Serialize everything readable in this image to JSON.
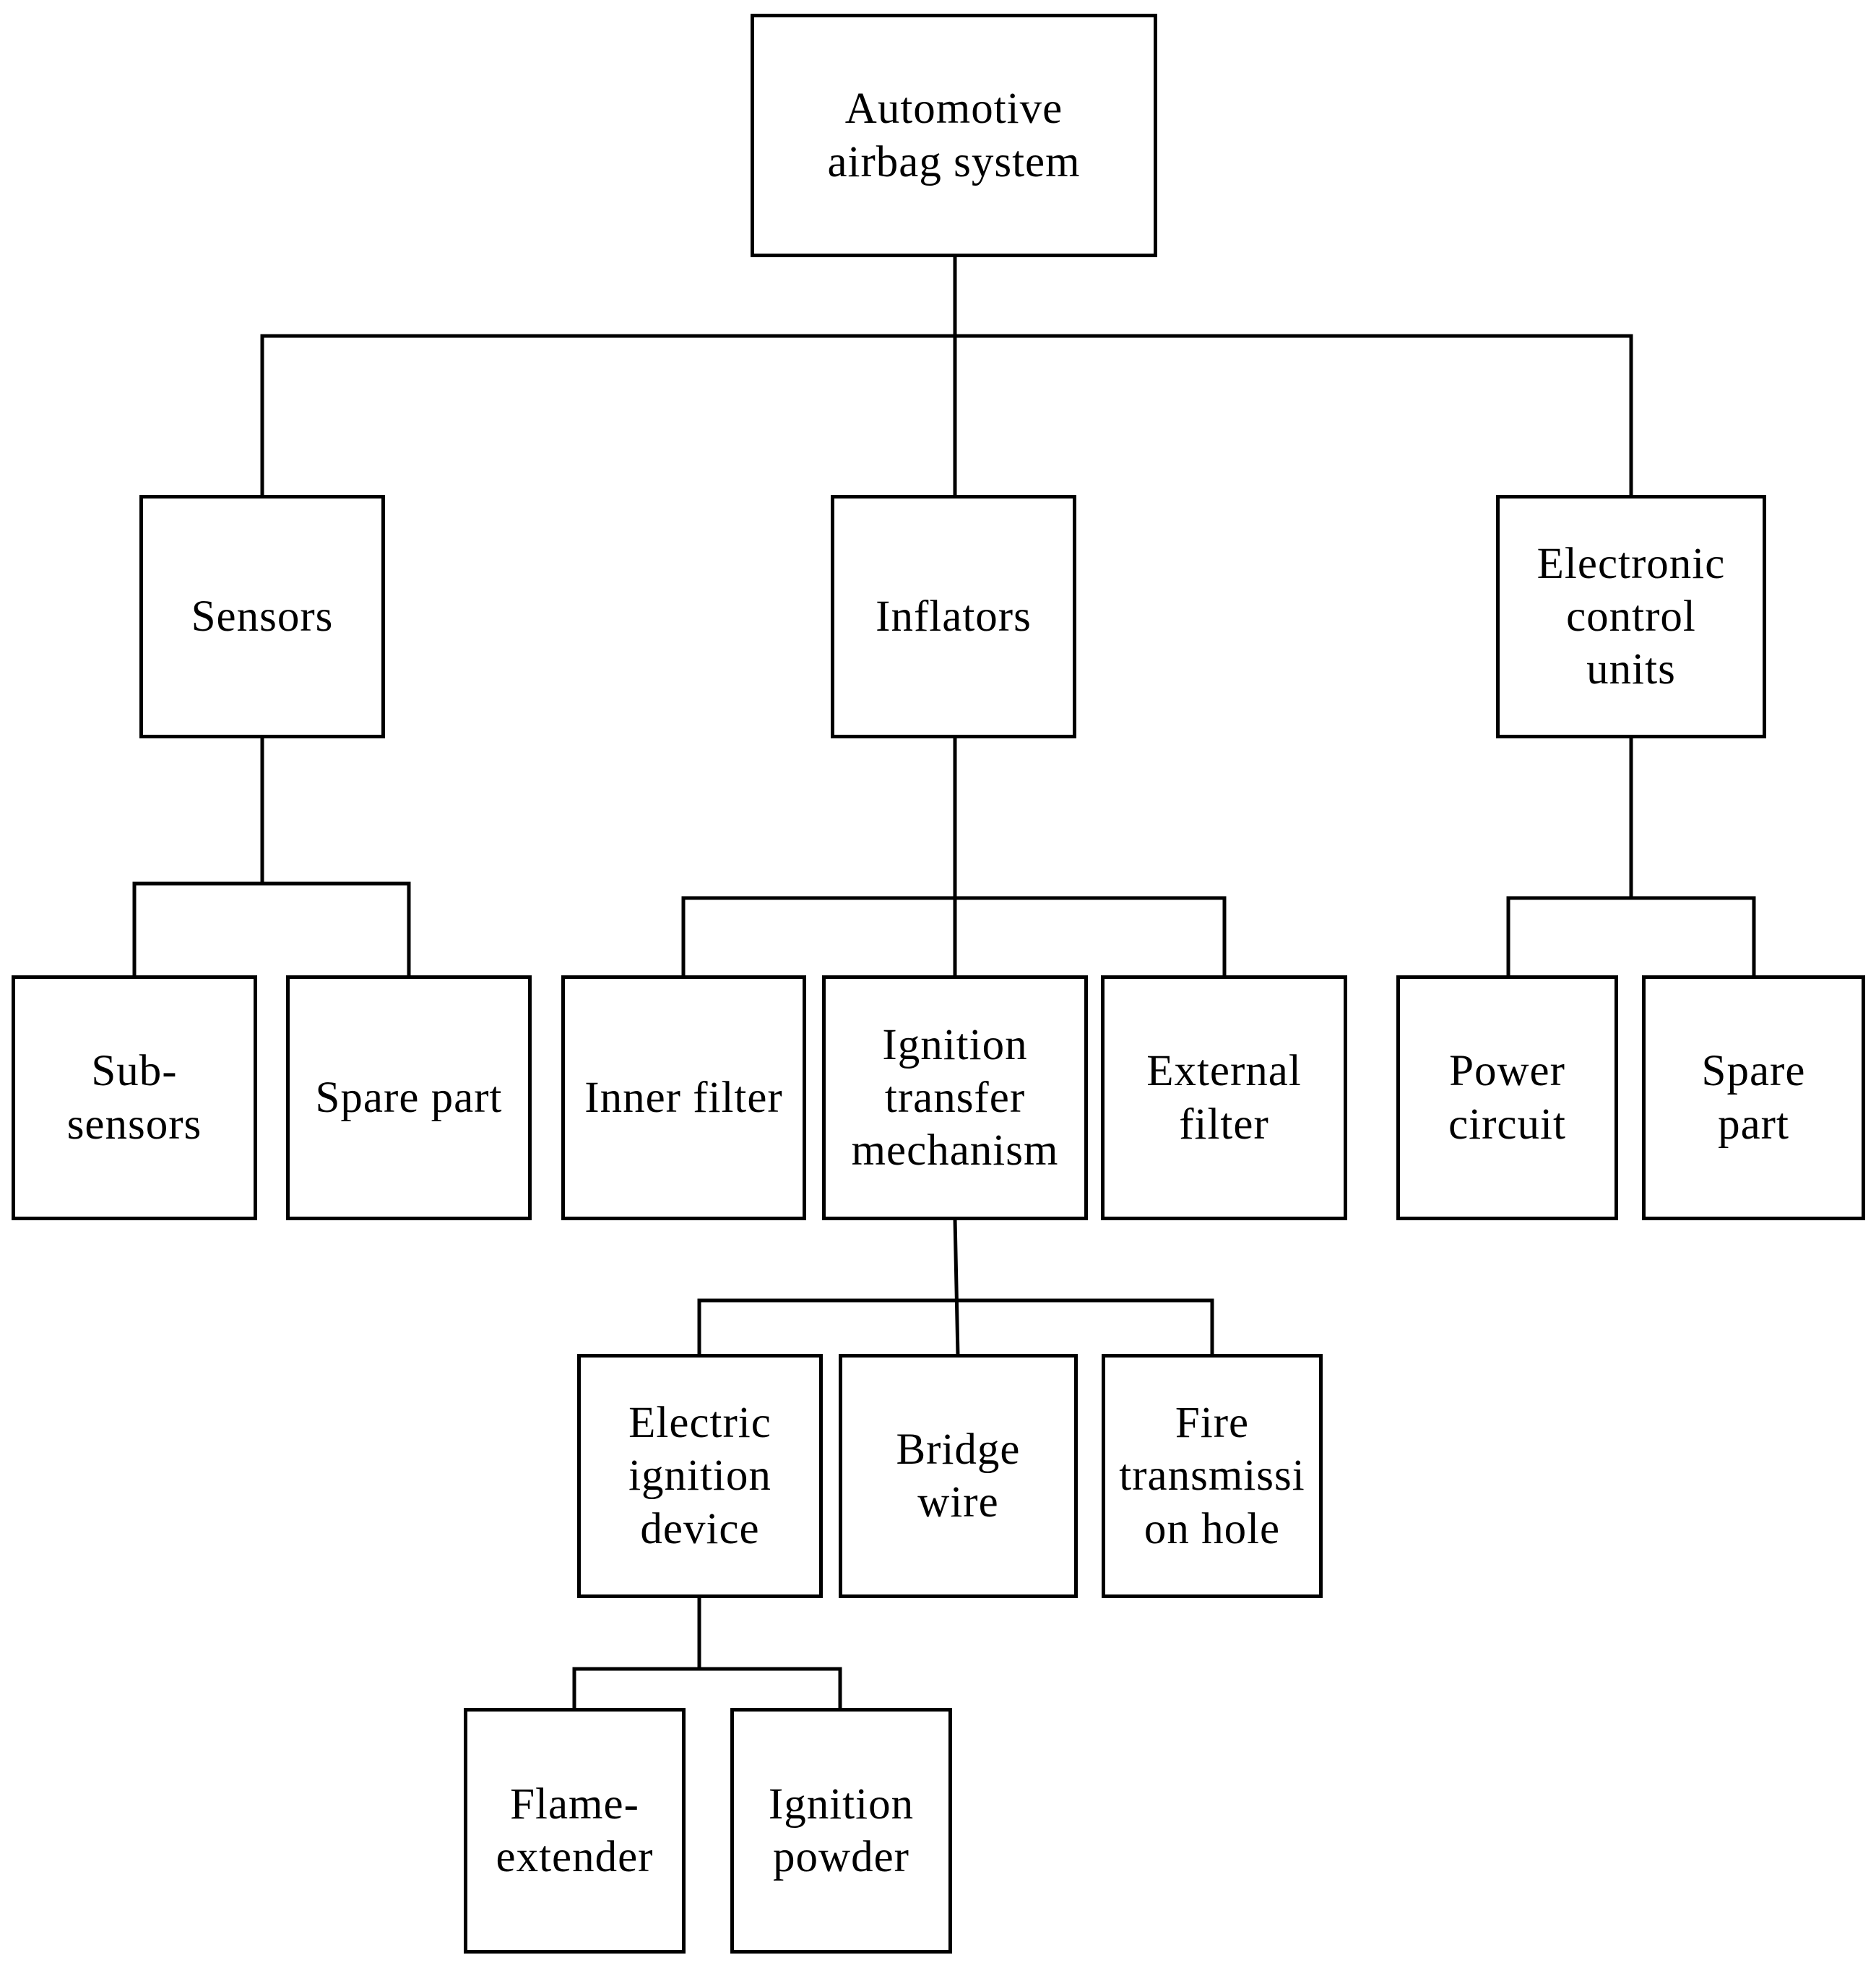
{
  "diagram": {
    "root": {
      "label": "Automotive\nairbag system"
    },
    "level1": {
      "sensors": {
        "label": "Sensors"
      },
      "inflators": {
        "label": "Inflators"
      },
      "ecu": {
        "label": "Electronic\ncontrol\nunits"
      }
    },
    "level2": {
      "sub_sensors": {
        "label": "Sub-\nsensors"
      },
      "sensors_spare_part": {
        "label": "Spare part"
      },
      "inner_filter": {
        "label": "Inner filter"
      },
      "ignition_transfer": {
        "label": "Ignition\ntransfer\nmechanism"
      },
      "external_filter": {
        "label": "External\nfilter"
      },
      "power_circuit": {
        "label": "Power\ncircuit"
      },
      "ecu_spare_part": {
        "label": "Spare\npart"
      }
    },
    "level3": {
      "electric_ignition": {
        "label": "Electric\nignition\ndevice"
      },
      "bridge_wire": {
        "label": "Bridge\nwire"
      },
      "fire_hole": {
        "label": "Fire\ntransmissi\non hole"
      }
    },
    "level4": {
      "flame_extender": {
        "label": "Flame-\nextender"
      },
      "ignition_powder": {
        "label": "Ignition\npowder"
      }
    },
    "colors": {
      "stroke": "#000000",
      "fill": "#ffffff"
    }
  }
}
